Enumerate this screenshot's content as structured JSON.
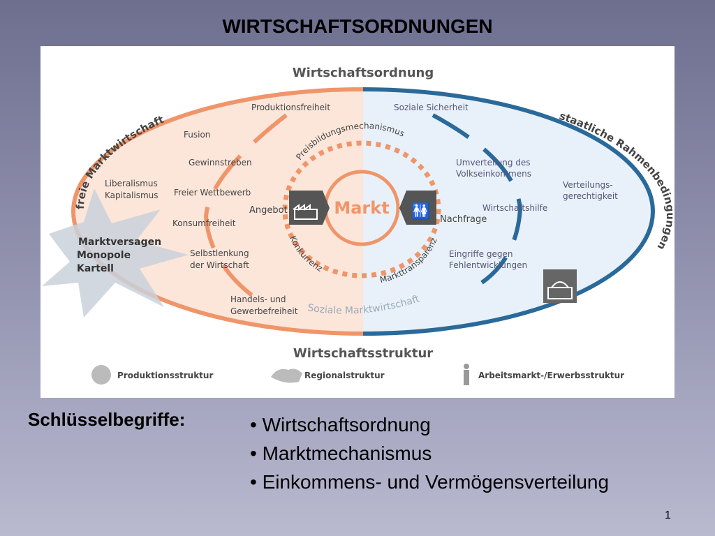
{
  "slide_title": "WIRTSCHAFTSORDNUNGEN",
  "diagram": {
    "top_heading": "Wirtschaftsordnung",
    "bottom_heading": "Wirtschaftsstruktur",
    "left_arc_label": "freie Marktwirtschaft",
    "right_arc_label": "staatliche Rahmenbedingungen",
    "bottom_arc_label": "Soziale Marktwirtschaft",
    "center": "Markt",
    "ring_top": "Preisbildungsmechanismus",
    "ring_left": "Konkurrenz",
    "ring_right": "Markttransparenz",
    "supply": "Angebot",
    "demand": "Nachfrage",
    "left_items": [
      "Produktionsfreiheit",
      "Fusion",
      "Gewinnstreben",
      "Liberalismus",
      "Kapitalismus",
      "Freier Wettbewerb",
      "Konsumfreiheit",
      "Selbstlenkung",
      "der Wirtschaft",
      "Handels- und",
      "Gewerbefreiheit"
    ],
    "star_items": [
      "Marktversagen",
      "Monopole",
      "Kartell"
    ],
    "right_items": [
      "Soziale Sicherheit",
      "Umverteilung des",
      "Volkseinkommens",
      "Wirtschaftshilfe",
      "Eingriffe gegen",
      "Fehlentwicklungen",
      "Verteilungs-",
      "gerechtigkeit"
    ],
    "legend": [
      "Produktionsstruktur",
      "Regionalstruktur",
      "Arbeitsmarkt-/Erwerbsstruktur"
    ],
    "colors": {
      "orange": "#f0956a",
      "blue": "#2a6a9a",
      "peach": "#fce6da",
      "lightblue": "#e8f1f9"
    }
  },
  "key_terms_label": "Schlüsselbegriffe:",
  "key_terms": [
    "• Wirtschaftsordnung",
    "• Marktmechanismus",
    "• Einkommens- und Vermögensverteilung"
  ],
  "page_number": "1"
}
